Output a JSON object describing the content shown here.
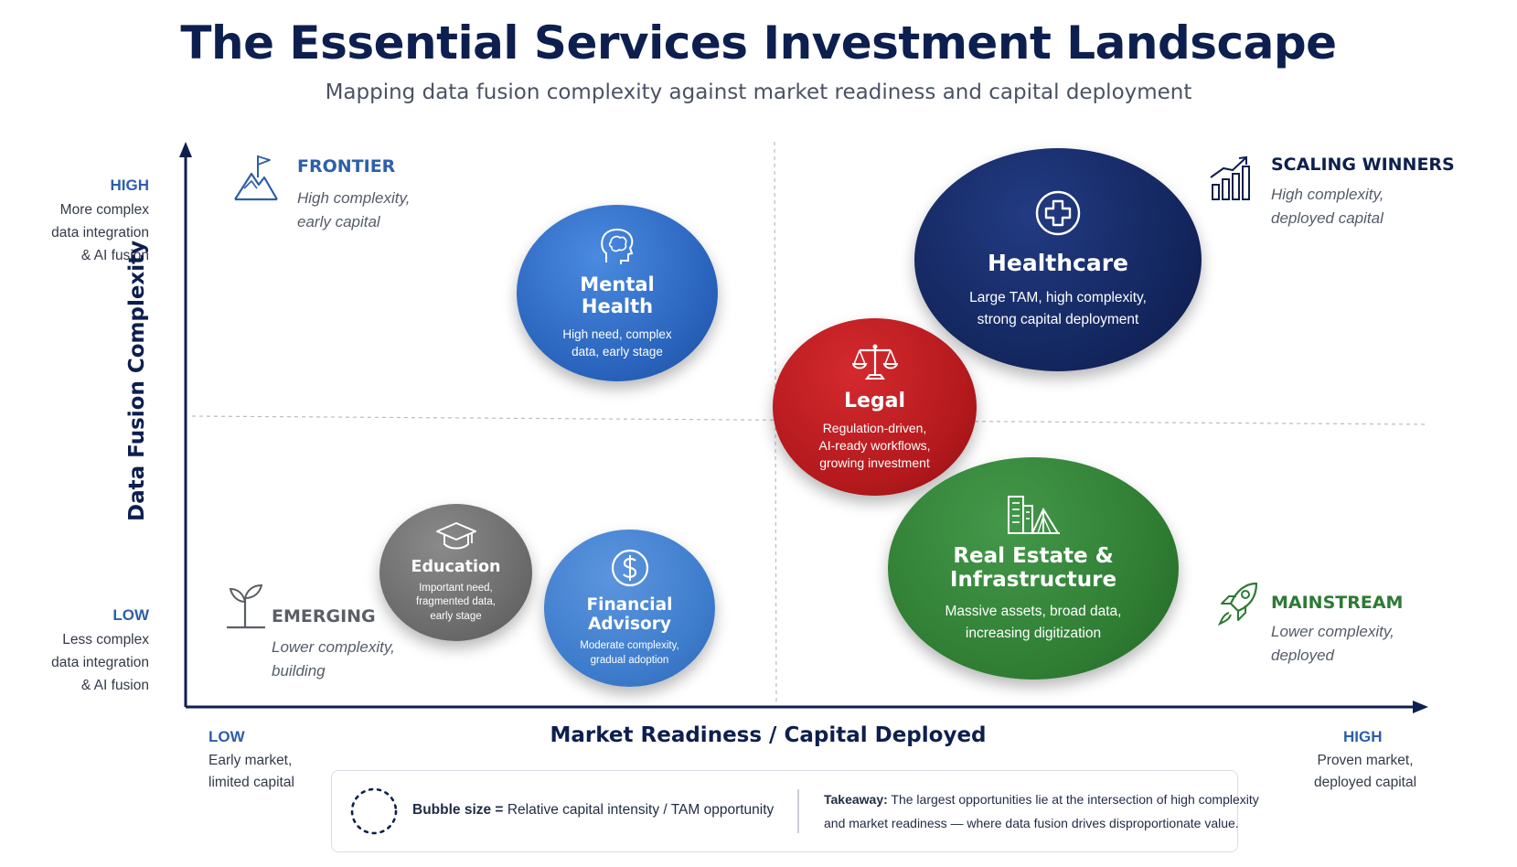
{
  "title": "The Essential Services Investment Landscape",
  "subtitle": "Mapping data fusion complexity against market readiness and capital deployment",
  "y_axis": {
    "title": "Data Fusion Complexity",
    "high_label": "HIGH",
    "high_lines": [
      "More complex",
      "data integration",
      "& AI fusion"
    ],
    "low_label": "LOW",
    "low_lines": [
      "Less complex",
      "data integration",
      "& AI fusion"
    ]
  },
  "x_axis": {
    "title": "Market Readiness / Capital Deployed",
    "low_label": "LOW",
    "low_lines": [
      "Early market,",
      "limited capital"
    ],
    "high_label": "HIGH",
    "high_lines": [
      "Proven market,",
      "deployed capital"
    ]
  },
  "quadrants": {
    "frontier": {
      "title": "FRONTIER",
      "lines": [
        "High complexity,",
        "early capital"
      ],
      "color": "#2d5fa8",
      "icon": "mountain-flag-icon"
    },
    "scaling": {
      "title": "SCALING WINNERS",
      "lines": [
        "High complexity,",
        "deployed capital"
      ],
      "color": "#0d1f4f",
      "icon": "growth-chart-icon"
    },
    "emerging": {
      "title": "EMERGING",
      "lines": [
        "Lower complexity,",
        "building"
      ],
      "color": "#5a5f66",
      "icon": "sprout-icon"
    },
    "mainstream": {
      "title": "MAINSTREAM",
      "lines": [
        "Lower complexity,",
        "deployed"
      ],
      "color": "#2e7a34",
      "icon": "rocket-icon"
    }
  },
  "bubbles": {
    "mental_health": {
      "name_lines": [
        "Mental",
        "Health"
      ],
      "desc_lines": [
        "High need, complex",
        "data, early stage"
      ],
      "color": "#2f6cc4",
      "icon": "brain-head-icon"
    },
    "healthcare": {
      "name_lines": [
        "Healthcare"
      ],
      "desc_lines": [
        "Large TAM, high complexity,",
        "strong capital deployment"
      ],
      "color": "#13265e",
      "icon": "medical-cross-icon"
    },
    "legal": {
      "name_lines": [
        "Legal"
      ],
      "desc_lines": [
        "Regulation-driven,",
        "AI-ready workflows,",
        "growing investment"
      ],
      "color": "#b3191d",
      "icon": "scales-icon"
    },
    "education": {
      "name_lines": [
        "Education"
      ],
      "desc_lines": [
        "Important need,",
        "fragmented data,",
        "early stage"
      ],
      "color": "#6b6b6b",
      "icon": "graduation-cap-icon"
    },
    "financial": {
      "name_lines": [
        "Financial",
        "Advisory"
      ],
      "desc_lines": [
        "Moderate complexity,",
        "gradual adoption"
      ],
      "color": "#3d7ccc",
      "icon": "dollar-coin-icon"
    },
    "real_estate": {
      "name_lines": [
        "Real Estate &",
        "Infrastructure"
      ],
      "desc_lines": [
        "Massive assets, broad data,",
        "increasing digitization"
      ],
      "color": "#2f7d33",
      "icon": "buildings-bridge-icon"
    }
  },
  "legend": {
    "bubble_label": "Bubble size =",
    "bubble_text": "Relative capital intensity / TAM opportunity",
    "takeaway_label": "Takeaway:",
    "takeaway_line1": "The largest opportunities lie at the intersection of high complexity",
    "takeaway_line2": "and market readiness — where data fusion drives disproportionate value."
  }
}
